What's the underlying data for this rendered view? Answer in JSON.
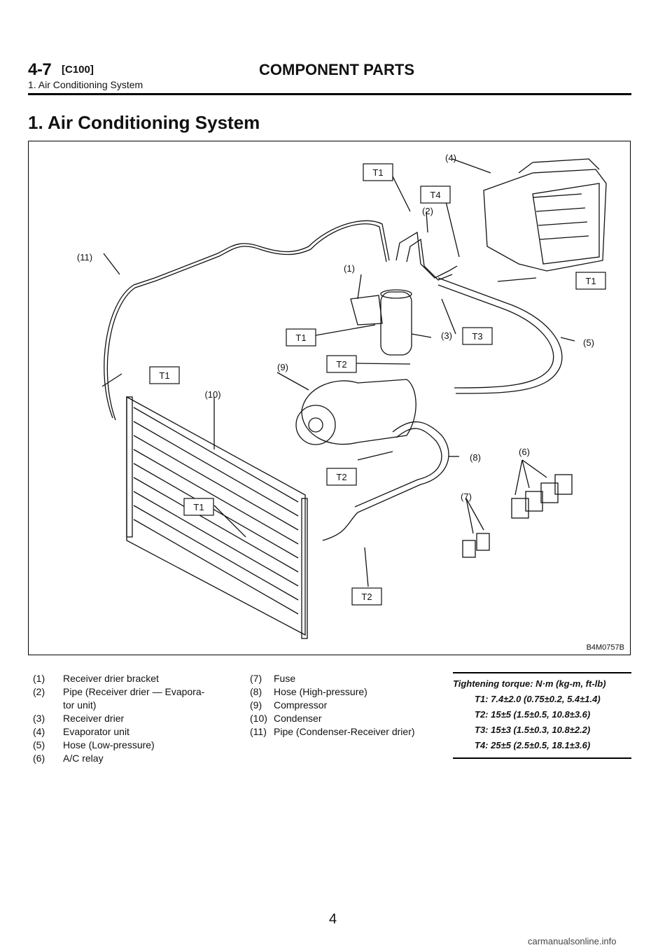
{
  "header": {
    "section_number": "4-7",
    "section_code": "[C100]",
    "section_title": "COMPONENT PARTS",
    "subtitle": "1. Air Conditioning System"
  },
  "page_title": "1. Air Conditioning System",
  "figure": {
    "id": "B4M0757B",
    "callouts": {
      "c1": "(1)",
      "c2": "(2)",
      "c3": "(3)",
      "c4": "(4)",
      "c5": "(5)",
      "c6": "(6)",
      "c7": "(7)",
      "c8": "(8)",
      "c9": "(9)",
      "c10": "(10)",
      "c11": "(11)"
    },
    "tags": {
      "t1": "T1",
      "t2": "T2",
      "t3": "T3",
      "t4": "T4"
    }
  },
  "legend_left": [
    {
      "num": "(1)",
      "text": "Receiver drier bracket"
    },
    {
      "num": "(2)",
      "text": "Pipe (Receiver drier — Evapora-"
    },
    {
      "num": "",
      "text": "tor unit)"
    },
    {
      "num": "(3)",
      "text": "Receiver drier"
    },
    {
      "num": "(4)",
      "text": "Evaporator unit"
    },
    {
      "num": "(5)",
      "text": "Hose (Low-pressure)"
    },
    {
      "num": "(6)",
      "text": "A/C relay"
    }
  ],
  "legend_right": [
    {
      "num": "(7)",
      "text": "Fuse"
    },
    {
      "num": "(8)",
      "text": "Hose (High-pressure)"
    },
    {
      "num": "(9)",
      "text": "Compressor"
    },
    {
      "num": "(10)",
      "text": "Condenser"
    },
    {
      "num": "(11)",
      "text": "Pipe (Condenser-Receiver drier)"
    }
  ],
  "torque": {
    "heading": "Tightening torque: N·m (kg-m, ft-lb)",
    "rows": [
      "T1: 7.4±2.0 (0.75±0.2, 5.4±1.4)",
      "T2: 15±5 (1.5±0.5, 10.8±3.6)",
      "T3: 15±3 (1.5±0.3, 10.8±2.2)",
      "T4: 25±5 (2.5±0.5, 18.1±3.6)"
    ]
  },
  "page_number": "4",
  "watermark": "carmanualsonline.info"
}
